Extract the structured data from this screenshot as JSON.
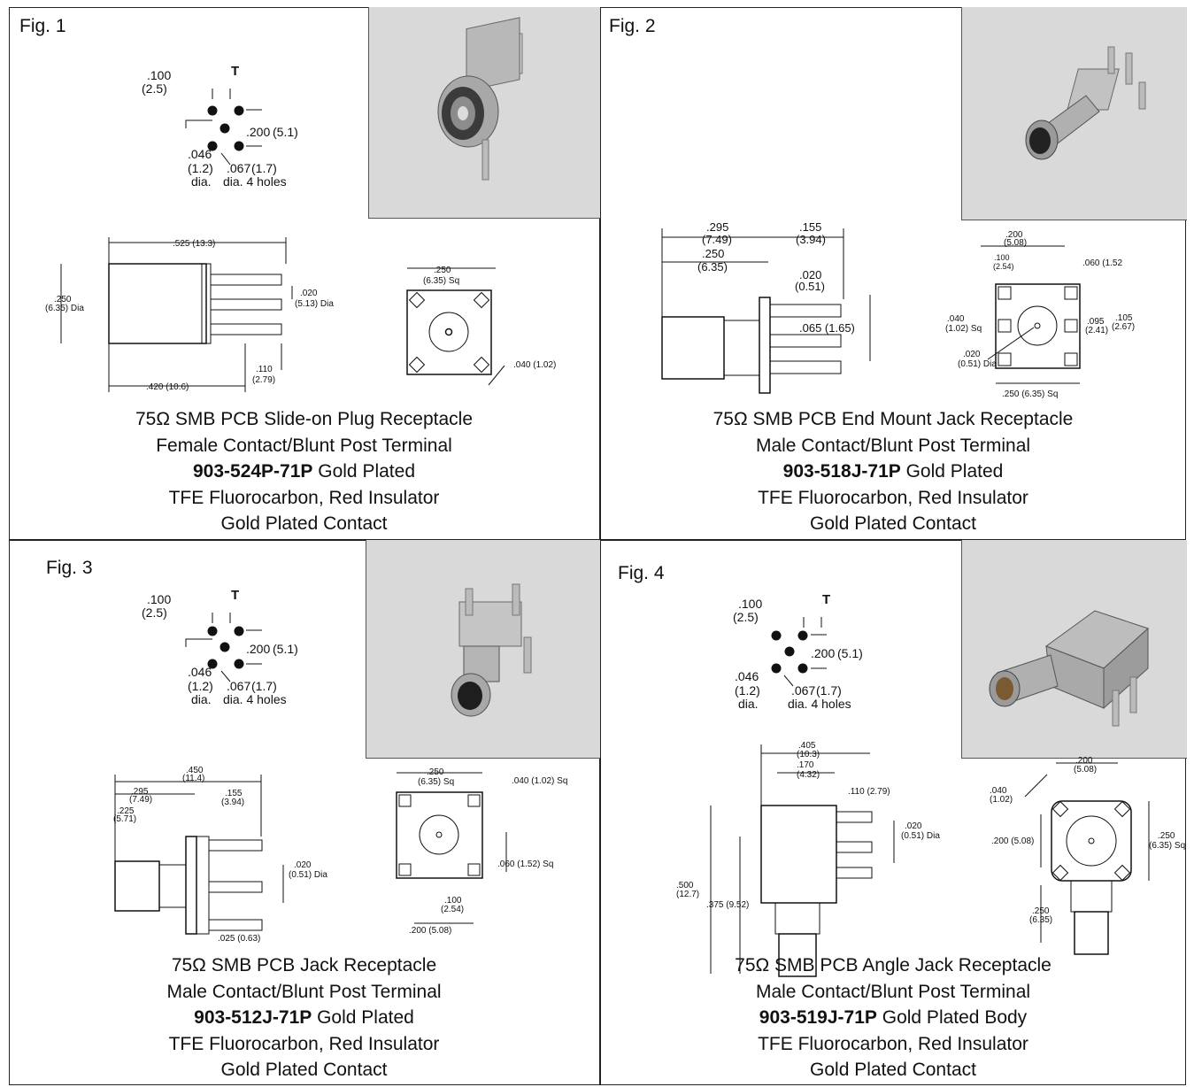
{
  "figures": [
    {
      "label": "Fig. 1",
      "layout": {
        "pin100": ".100",
        "pin100mm": "(2.5)",
        "T": "T",
        "pin200": ".200",
        "pin200mm": "(5.1)",
        "pin046": ".046",
        "pin046mm": "(1.2)",
        "dia": "dia.",
        "pin067": ".067",
        "pin067mm": "(1.7)",
        "holes": "dia. 4 holes"
      },
      "dims": {
        "d1": ".525 (13.3)",
        "d2a": ".250",
        "d2b": "(6.35) Dia",
        "d3a": ".020",
        "d3b": "(5.13) Dia",
        "d4a": ".110",
        "d4b": "(2.79)",
        "d5": ".420 (10.6)",
        "d6a": ".250",
        "d6b": "(6.35) Sq",
        "d7": ".040 (1.02)"
      },
      "caption": {
        "line1": "75Ω SMB PCB Slide-on Plug Receptacle",
        "line2": "Female Contact/Blunt Post Terminal",
        "part": "903-524P-71P",
        "line3_rest": " Gold Plated",
        "line4": "TFE Fluorocarbon, Red Insulator",
        "line5": "Gold Plated Contact"
      }
    },
    {
      "label": "Fig. 2",
      "dims": {
        "d1a": ".295",
        "d1b": "(7.49)",
        "d2a": ".155",
        "d2b": "(3.94)",
        "d3a": ".250",
        "d3b": "(6.35)",
        "d4a": ".020",
        "d4b": "(0.51)",
        "d5": ".065 (1.65)",
        "d6a": ".200",
        "d6b": "(5.08)",
        "d7a": ".100",
        "d7b": "(2.54)",
        "d8": ".060 (1.52",
        "d9a": ".040",
        "d9b": "(1.02) Sq",
        "d10a": ".095",
        "d10b": "(2.41)",
        "d11a": ".105",
        "d11b": "(2.67)",
        "d12a": ".020",
        "d12b": "(0.51) Dia",
        "d13": ".250 (6.35) Sq"
      },
      "caption": {
        "line1": "75Ω SMB PCB End Mount Jack Receptacle",
        "line2": "Male Contact/Blunt Post Terminal",
        "part": "903-518J-71P",
        "line3_rest": " Gold Plated",
        "line4": "TFE Fluorocarbon, Red Insulator",
        "line5": "Gold Plated Contact"
      }
    },
    {
      "label": "Fig. 3",
      "layout": {
        "pin100": ".100",
        "pin100mm": "(2.5)",
        "T": "T",
        "pin200": ".200",
        "pin200mm": "(5.1)",
        "pin046": ".046",
        "pin046mm": "(1.2)",
        "dia": "dia.",
        "pin067": ".067",
        "pin067mm": "(1.7)",
        "holes": "dia. 4 holes"
      },
      "dims": {
        "d1a": ".450",
        "d1b": "(11.4)",
        "d2a": ".295",
        "d2b": "(7.49)",
        "d3a": ".155",
        "d3b": "(3.94)",
        "d4a": ".225",
        "d4b": "(5.71)",
        "d5a": ".020",
        "d5b": "(0.51) Dia",
        "d6": ".025 (0.63)",
        "d7a": ".250",
        "d7b": "(6.35) Sq",
        "d8": ".040 (1.02) Sq",
        "d9": ".060 (1.52) Sq",
        "d10a": ".100",
        "d10b": "(2.54)",
        "d11": ".200 (5.08)"
      },
      "caption": {
        "line1": "75Ω SMB PCB Jack Receptacle",
        "line2": "Male Contact/Blunt Post Terminal",
        "part": "903-512J-71P",
        "line3_rest": " Gold Plated",
        "line4": "TFE Fluorocarbon, Red Insulator",
        "line5": "Gold Plated Contact"
      }
    },
    {
      "label": "Fig. 4",
      "layout": {
        "pin100": ".100",
        "pin100mm": "(2.5)",
        "T": "T",
        "pin200": ".200",
        "pin200mm": "(5.1)",
        "pin046": ".046",
        "pin046mm": "(1.2)",
        "dia": "dia.",
        "pin067": ".067",
        "pin067mm": "(1.7)",
        "holes": "dia. 4 holes"
      },
      "dims": {
        "d1a": ".405",
        "d1b": "(10.3)",
        "d2a": ".170",
        "d2b": "(4.32)",
        "d3": ".110 (2.79)",
        "d4a": ".020",
        "d4b": "(0.51) Dia",
        "d5a": ".500",
        "d5b": "(12.7)",
        "d6": ".375 (9.52)",
        "d7a": ".040",
        "d7b": "(1.02)",
        "d8a": ".200",
        "d8b": "(5.08)",
        "d9": ".200 (5.08)",
        "d10a": ".250",
        "d10b": "(6.35) Sq",
        "d11a": ".250",
        "d11b": "(6.35)"
      },
      "caption": {
        "line1": "75Ω SMB PCB Angle Jack Receptacle",
        "line2": "Male Contact/Blunt Post Terminal",
        "part": "903-519J-71P",
        "line3_rest": " Gold Plated Body",
        "line4": "TFE Fluorocarbon, Red Insulator",
        "line5": "Gold Plated Contact"
      }
    }
  ]
}
